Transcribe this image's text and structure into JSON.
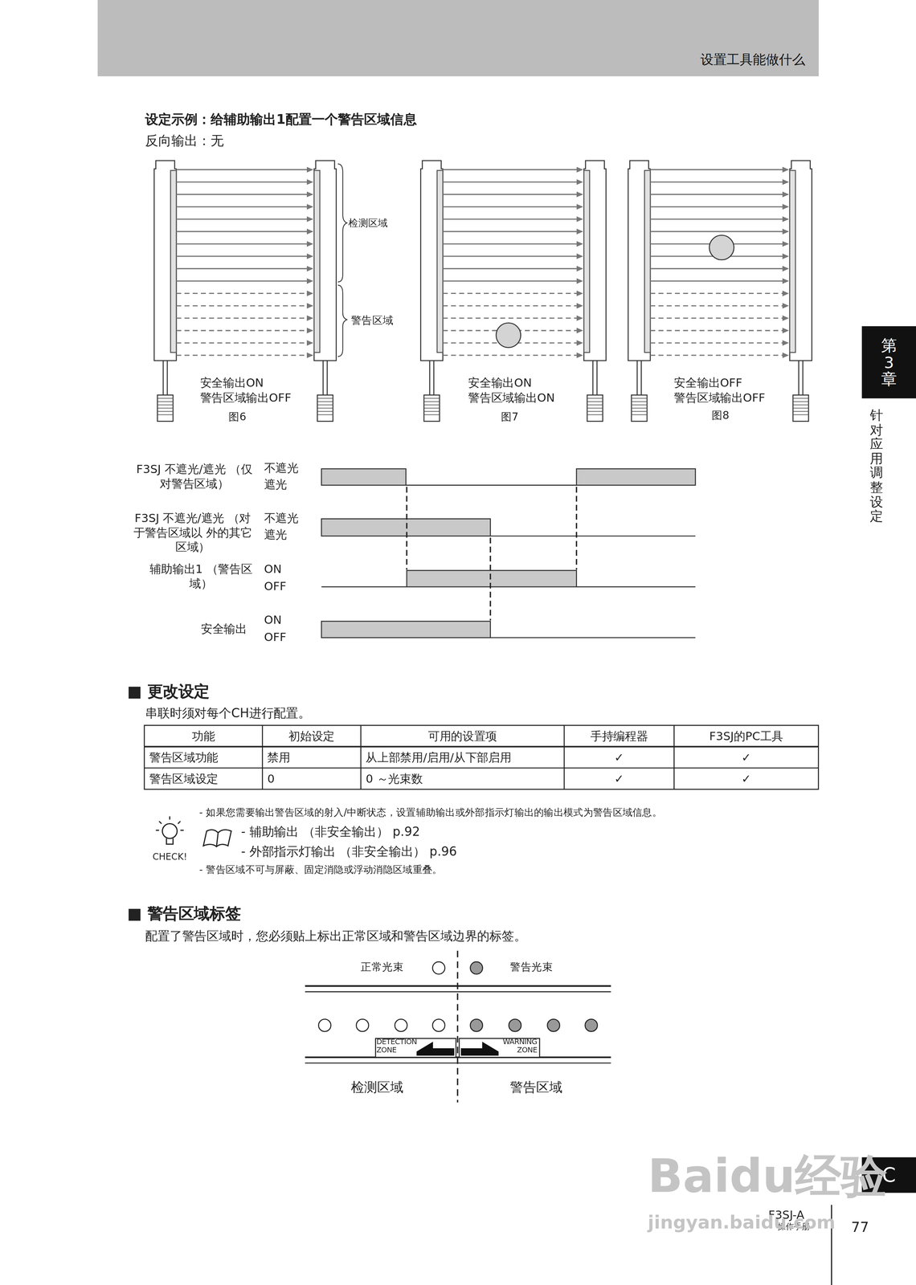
{
  "diagram": {
    "title": "设定示例：给辅助输出1配置一个警告区域信息",
    "nodes": [
      {
        "text": [
          "设置工具能做什么"
        ]
      },
      {
        "text": [
          "第3章"
        ]
      },
      {
        "text": [
          "C"
        ]
      }
    ],
    "labels": [
      "反向输出：无",
      "检测区域",
      "警告区域",
      "安全输出ON",
      "警告区域输出OFF",
      "图6",
      "安全输出ON",
      "警告区域输出ON",
      "图7",
      "安全输出OFF",
      "警告区域输出OFF",
      "图8",
      "F3SJ 不遮光/遮光 （仅对警告区域）",
      "不遮光",
      "遮光",
      "F3SJ 不遮光/遮光 （对于警告区域以 外的其它区域）",
      "不遮光",
      "遮光",
      "辅助输出1 （警告区域）",
      "ON",
      "OFF",
      "安全输出",
      "ON",
      "OFF",
      "■ 更改设定",
      "串联时须对每个CH进行配置。",
      "功能",
      "初始设定",
      "可用的设置项",
      "手持编程器",
      "F3SJ的PC工具",
      "警告区域功能",
      "禁用",
      "从上部禁用/启用/从下部启用",
      "✓",
      "✓",
      "警告区域设定",
      "0",
      "0 ～光束数",
      "✓",
      "✓",
      "- 如果您需要输出警告区域的射入/中断状态，设置辅助输出或外部指示灯输出的输出模式为警告区域信息。",
      "CHECK!",
      "- 辅助输出 （非安全输出） p.92",
      "- 外部指示灯输出 （非安全输出） p.96",
      "- 警告区域不可与屏蔽、固定消隐或浮动消隐区域重叠。",
      "■ 警告区域标签",
      "配置了警告区域时，您必须贴上标出正常区域和警告区域边界的标签。",
      "正常光束",
      "警告光束",
      "DETECTION ZONE",
      "WARNING ZONE",
      "检测区域",
      "警告区域",
      "针对应用调整设定",
      "F3SJ-A",
      "操作手册",
      "77",
      "Baidu经验",
      "jingyan.baidu.com"
    ]
  }
}
